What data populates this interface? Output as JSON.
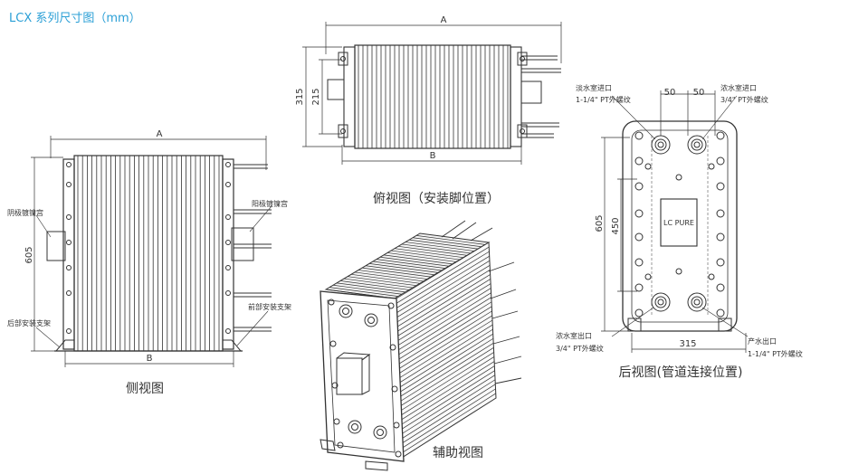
{
  "title": "LCX 系列尺寸图（mm）",
  "side_view": {
    "caption": "侧视图",
    "dim_a": "A",
    "dim_b": "B",
    "dim_height": "605",
    "label_anode": "阴极镀镍宫",
    "label_cathode": "阳极镀镍宫",
    "label_rear_bracket": "后部安装支架",
    "label_front_bracket": "前部安装支架"
  },
  "top_view": {
    "caption": "俯视图（安装脚位置）",
    "dim_a": "A",
    "dim_b": "B",
    "dim_outer": "315",
    "dim_inner": "215"
  },
  "aux_view": {
    "caption": "辅助视图"
  },
  "rear_view": {
    "caption": "后视图(管道连接位置)",
    "label_dilute_in": "淡水室进口",
    "spec_dilute_in": "1-1/4\" PT外螺纹",
    "label_conc_in": "浓水室进口",
    "spec_conc_in": "3/4\" PT外螺纹",
    "label_conc_out": "浓水室出口",
    "spec_conc_out": "3/4\" PT外螺纹",
    "label_product_out": "产水出口",
    "spec_product_out": "1-1/4\" PT外螺纹",
    "dim_50a": "50",
    "dim_50b": "50",
    "dim_605": "605",
    "dim_450": "450",
    "dim_315": "315",
    "nameplate": "LC PURE"
  }
}
